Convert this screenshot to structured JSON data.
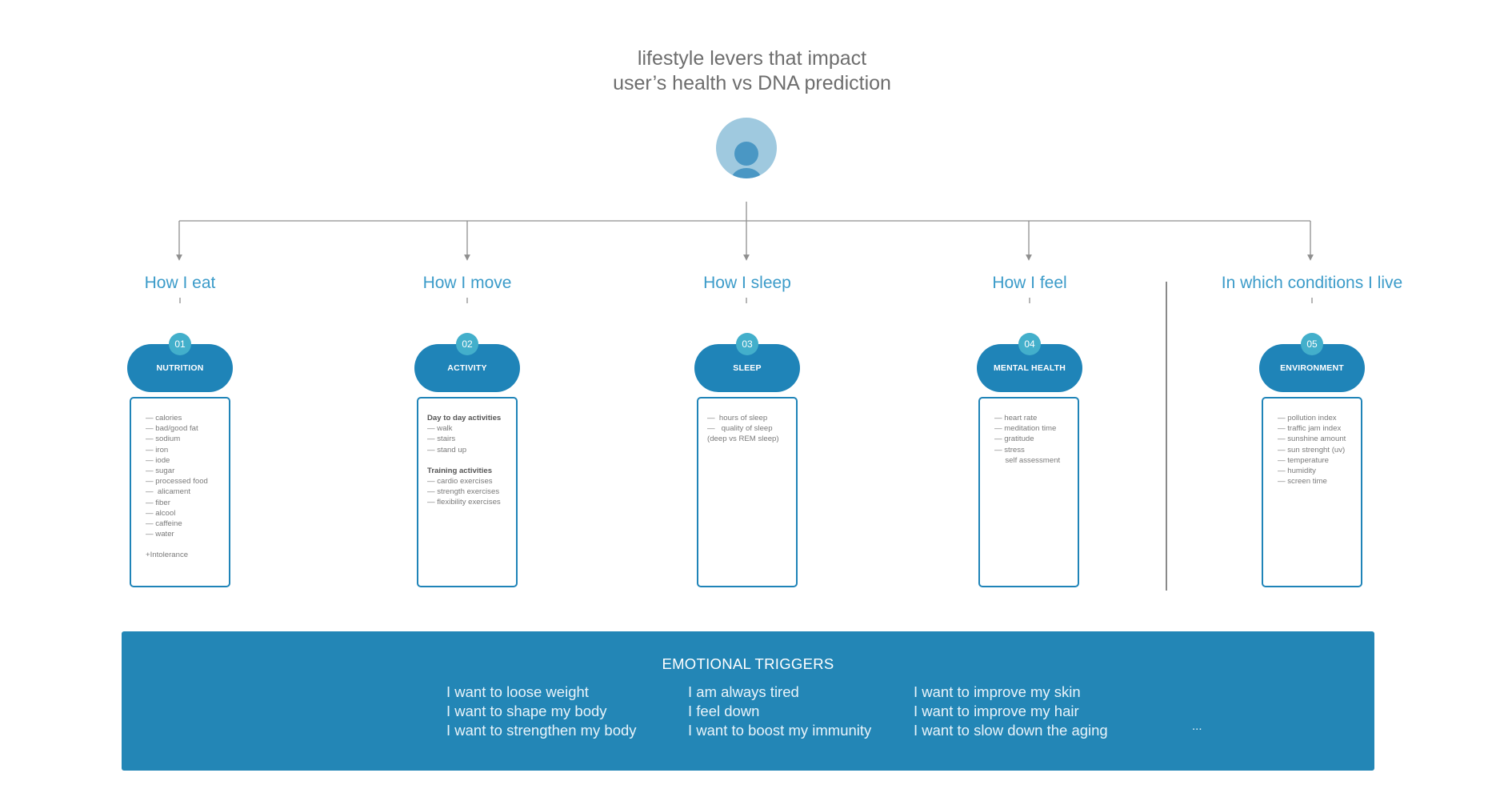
{
  "title": {
    "line1": "lifestyle levers that impact",
    "line2": "user’s health vs DNA prediction"
  },
  "avatar_icon": "user-avatar-icon",
  "colors": {
    "title_text": "#6d6d6d",
    "category_title": "#3b9bc9",
    "pill": "#1f84b8",
    "number_badge": "#43afcb",
    "emotional_panel": "#2386b6",
    "avatar_light": "#9fc9df",
    "avatar_dark": "#4a97c4"
  },
  "categories": [
    {
      "title": "How I eat",
      "number": "01",
      "label": "NUTRITION",
      "items": [
        "— calories",
        "— bad/good fat",
        "— sodium",
        "— iron",
        "— iode",
        "— sugar",
        "— processed food",
        "—  alicament",
        "— fiber",
        "— alcool",
        "— caffeine",
        "— water",
        "",
        "+Intolerance"
      ]
    },
    {
      "title": "How I move",
      "number": "02",
      "label": "ACTIVITY",
      "sections": [
        {
          "heading": "Day to day activities",
          "items": [
            "— walk",
            "— stairs",
            "— stand up"
          ]
        },
        {
          "heading": "Training activities",
          "items": [
            "— cardio exercises",
            "— strength exercises",
            "— flexibility exercises"
          ]
        }
      ]
    },
    {
      "title": "How I sleep",
      "number": "03",
      "label": "SLEEP",
      "items": [
        "—  hours of sleep",
        "—   quality of sleep",
        "(deep vs REM sleep)"
      ]
    },
    {
      "title": "How I feel",
      "number": "04",
      "label": "MENTAL HEALTH",
      "items": [
        "— heart rate",
        "— meditation time",
        "— gratitude",
        "— stress",
        "     self assessment"
      ]
    },
    {
      "title": "In which conditions I live",
      "number": "05",
      "label": "ENVIRONMENT",
      "items": [
        "— pollution index",
        "— traffic jam index",
        "— sunshine amount",
        "— sun strenght (uv)",
        "— temperature",
        "— humidity",
        "— screen time"
      ]
    }
  ],
  "emotional_triggers": {
    "title": "EMOTIONAL TRIGGERS",
    "columns": [
      [
        "I want to loose weight",
        "I want to shape my body",
        "I want to strengthen my body"
      ],
      [
        "I am always tired",
        "I feel down",
        "I want to boost my immunity"
      ],
      [
        "I want to improve my skin",
        "I want to improve my hair",
        "I want to slow down the aging"
      ]
    ],
    "more": "..."
  }
}
